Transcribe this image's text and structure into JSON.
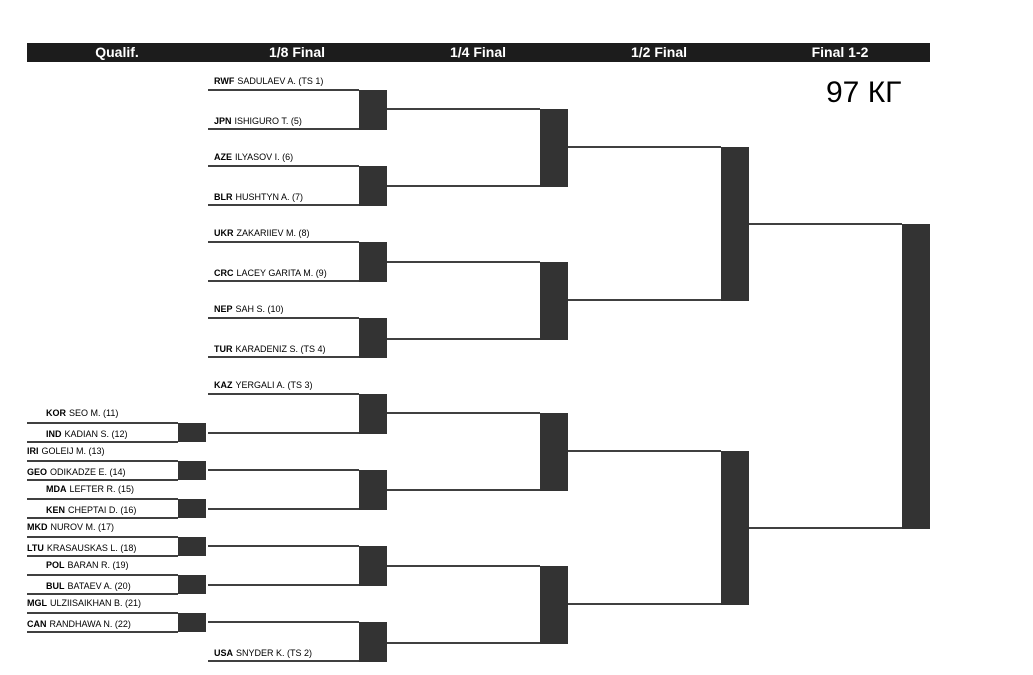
{
  "rounds": [
    "Qualif.",
    "1/8 Final",
    "1/4 Final",
    "1/2 Final",
    "Final 1-2"
  ],
  "weight_class": "97 КГ",
  "entries": [
    {
      "id": "rwf",
      "country": "RWF",
      "name": "SADULAEV A. (TS 1)"
    },
    {
      "id": "jpn",
      "country": "JPN",
      "name": "ISHIGURO T. (5)"
    },
    {
      "id": "aze",
      "country": "AZE",
      "name": "ILYASOV I. (6)"
    },
    {
      "id": "blr",
      "country": "BLR",
      "name": "HUSHTYN A. (7)"
    },
    {
      "id": "ukr",
      "country": "UKR",
      "name": "ZAKARIIEV M. (8)"
    },
    {
      "id": "crc",
      "country": "CRC",
      "name": "LACEY GARITA M. (9)"
    },
    {
      "id": "nep",
      "country": "NEP",
      "name": "SAH S. (10)"
    },
    {
      "id": "tur",
      "country": "TUR",
      "name": "KARADENIZ S. (TS 4)"
    },
    {
      "id": "kaz",
      "country": "KAZ",
      "name": "YERGALI A. (TS 3)"
    },
    {
      "id": "kor",
      "country": "KOR",
      "name": "SEO M. (11)"
    },
    {
      "id": "ind",
      "country": "IND",
      "name": "KADIAN S. (12)"
    },
    {
      "id": "iri",
      "country": "IRI",
      "name": "GOLEIJ M. (13)"
    },
    {
      "id": "geo",
      "country": "GEO",
      "name": "ODIKADZE E. (14)"
    },
    {
      "id": "mda",
      "country": "MDA",
      "name": "LEFTER R. (15)"
    },
    {
      "id": "ken",
      "country": "KEN",
      "name": "CHEPTAI D. (16)"
    },
    {
      "id": "mkd",
      "country": "MKD",
      "name": "NUROV M. (17)"
    },
    {
      "id": "ltu",
      "country": "LTU",
      "name": "KRASAUSKAS L. (18)"
    },
    {
      "id": "pol",
      "country": "POL",
      "name": "BARAN R. (19)"
    },
    {
      "id": "bul",
      "country": "BUL",
      "name": "BATAEV A. (20)"
    },
    {
      "id": "mgl",
      "country": "MGL",
      "name": "ULZIISAIKHAN B. (21)"
    },
    {
      "id": "can",
      "country": "CAN",
      "name": "RANDHAWA N. (22)"
    },
    {
      "id": "usa",
      "country": "USA",
      "name": "SNYDER K. (TS 2)"
    }
  ]
}
